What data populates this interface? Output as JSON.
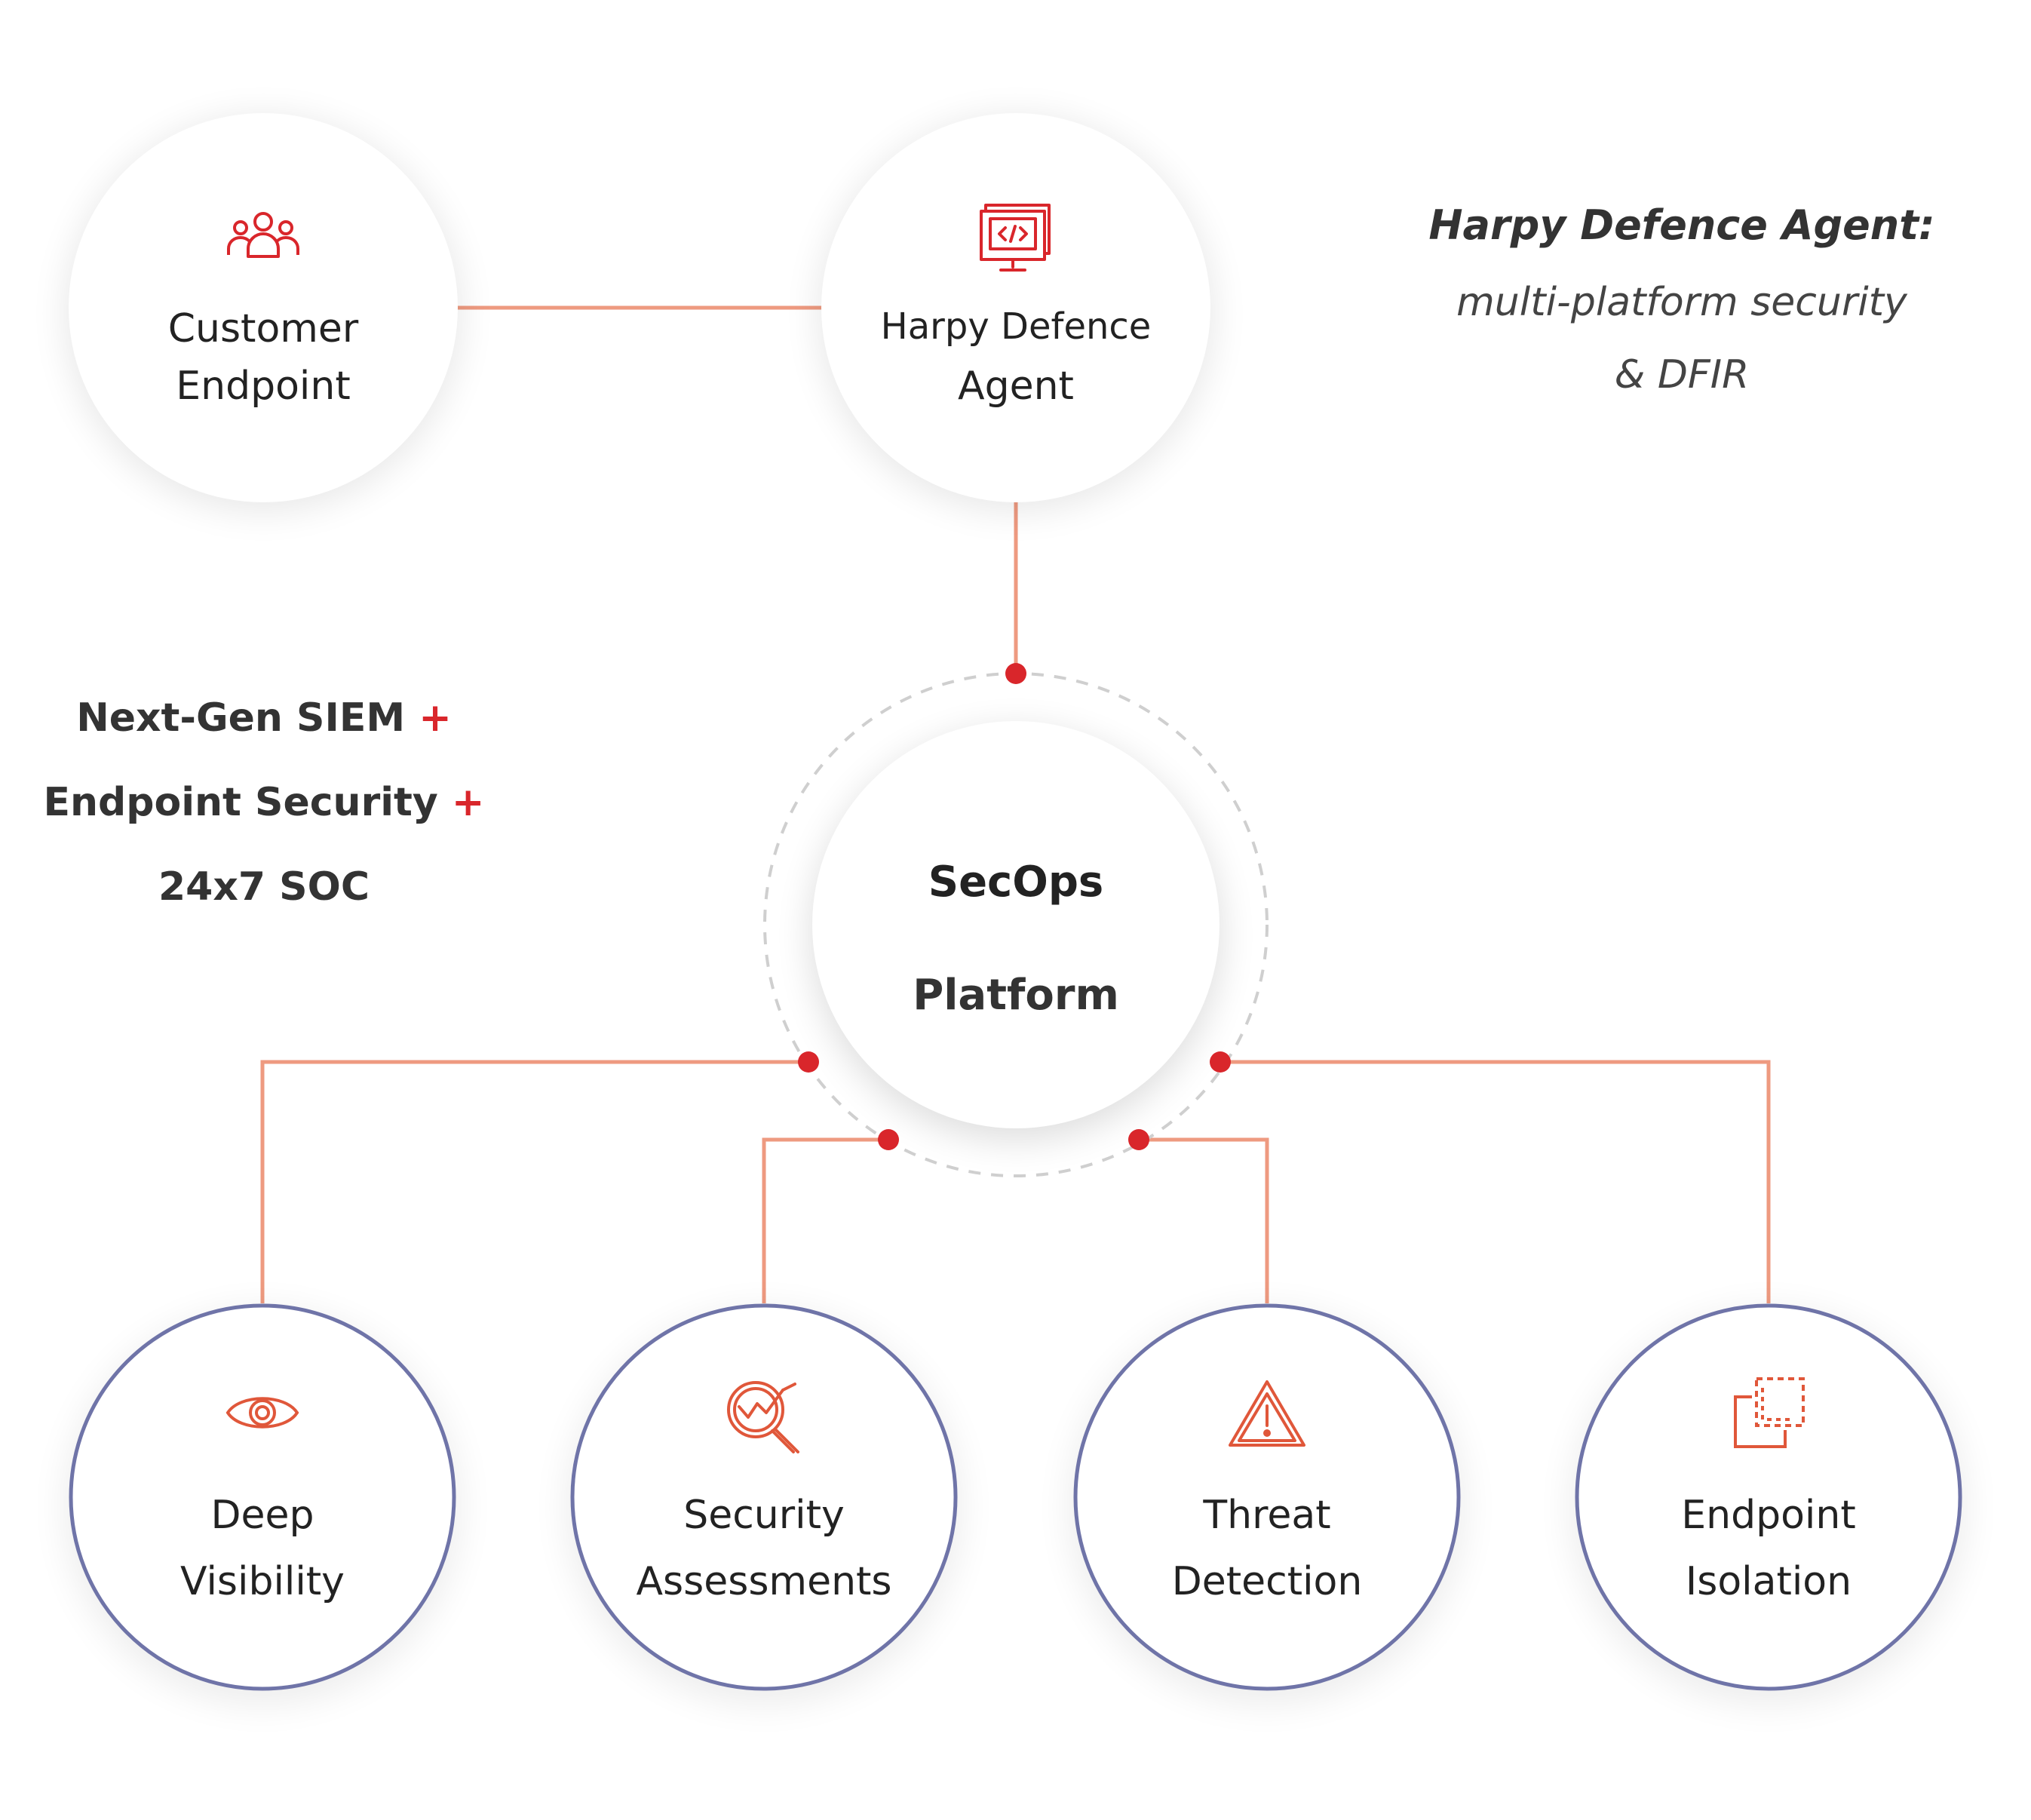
{
  "top_nodes": {
    "customer_endpoint": {
      "line1": "Customer",
      "line2": "Endpoint",
      "icon": "users-icon"
    },
    "harpy_agent": {
      "line1": "Harpy Defence",
      "line2": "Agent",
      "icon": "monitor-code-icon"
    }
  },
  "center_node": {
    "line1": "SecOps",
    "line2": "Platform"
  },
  "tagline": {
    "title": "Harpy Defence Agent",
    "separator": ":",
    "line2": "multi-platform security",
    "line3": "& DFIR"
  },
  "features": {
    "items": [
      "Next-Gen SIEM",
      "Endpoint Security",
      "24x7 SOC"
    ],
    "plus": "+"
  },
  "capabilities": [
    {
      "line1": "Deep",
      "line2": "Visibility",
      "icon": "eye-icon"
    },
    {
      "line1": "Security",
      "line2": "Assessments",
      "icon": "magnifier-chart-icon"
    },
    {
      "line1": "Threat",
      "line2": "Detection",
      "icon": "warning-triangle-icon"
    },
    {
      "line1": "Endpoint",
      "line2": "Isolation",
      "icon": "isolation-squares-icon"
    }
  ],
  "colors": {
    "accent_red": "#d9262b",
    "connector": "#ee9a80",
    "ring_blue": "#6f74a8",
    "text": "#222222"
  }
}
